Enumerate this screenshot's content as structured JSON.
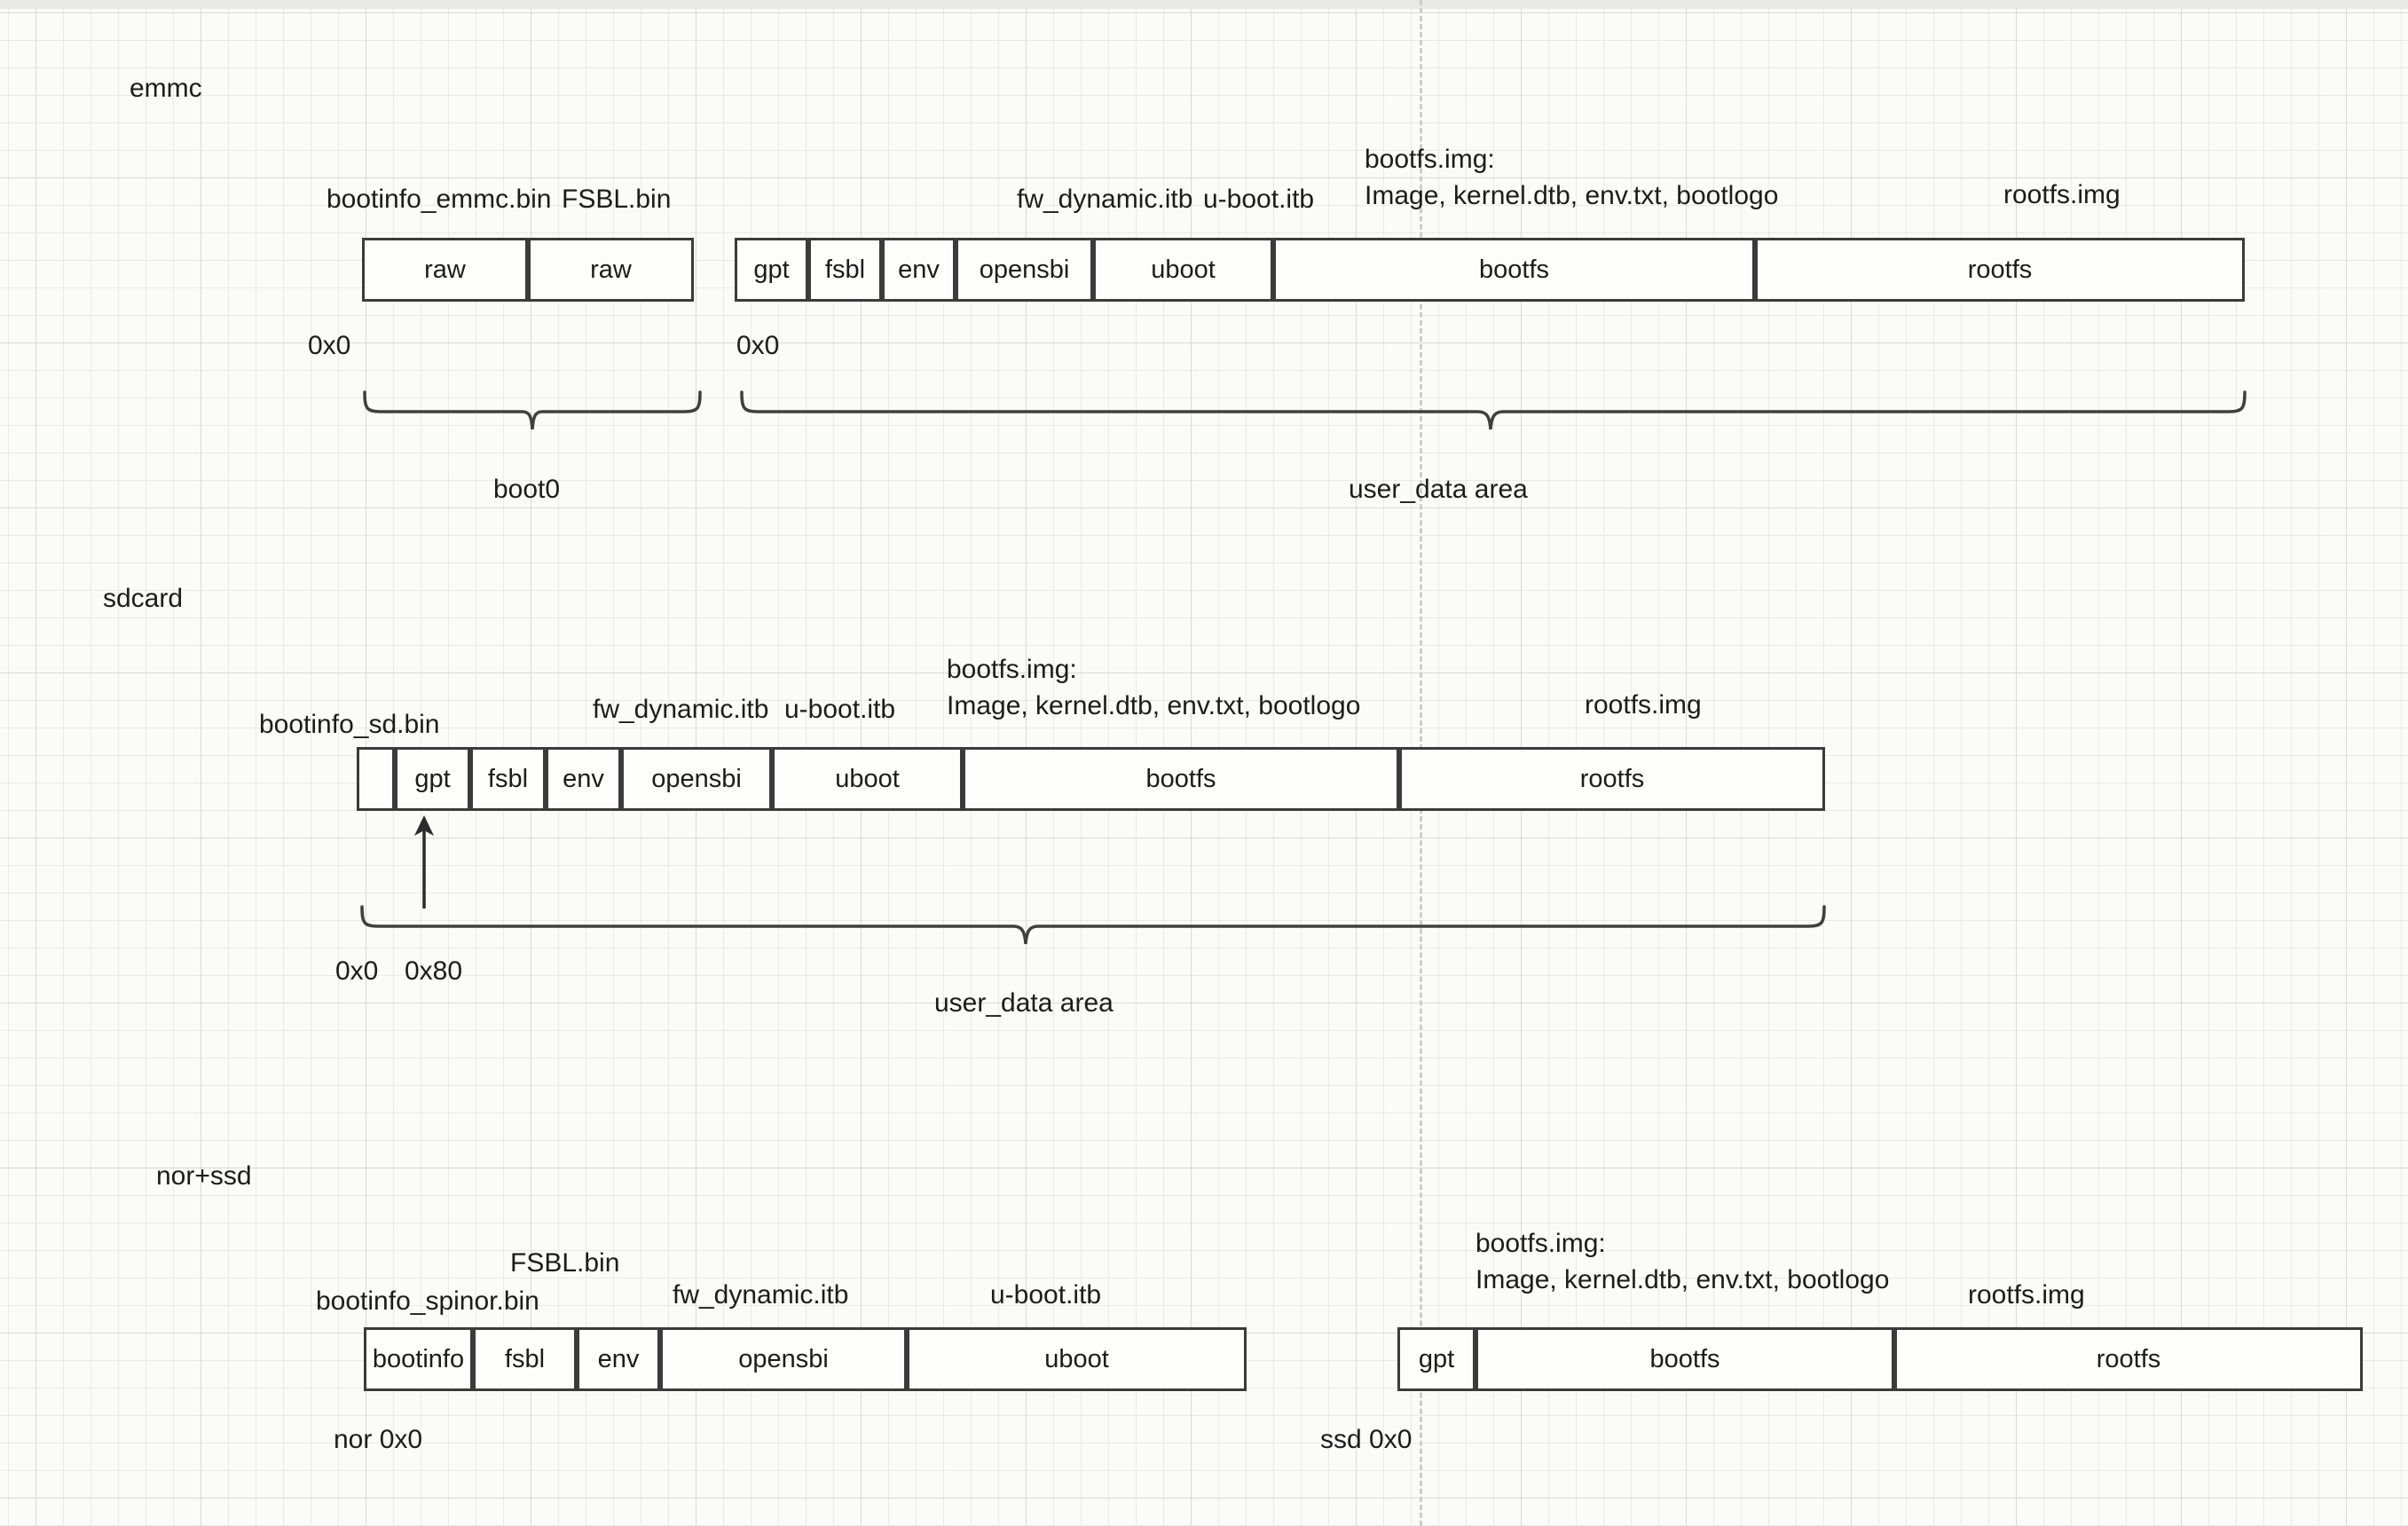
{
  "diagram": {
    "title": "storage partition layout",
    "background_color": "#fbfbf7",
    "box_border_color": "#3b3b3b"
  },
  "sections": [
    {
      "id": "emmc",
      "label": "emmc",
      "groups": [
        {
          "id": "boot0",
          "brace_label": "boot0",
          "offset_label": "0x0",
          "top_labels": [
            "bootinfo_emmc.bin",
            "FSBL.bin"
          ],
          "cells": [
            {
              "label": "raw"
            },
            {
              "label": "raw"
            }
          ]
        },
        {
          "id": "user_data_emmc",
          "brace_label": "user_data area",
          "offset_label": "0x0",
          "top_labels": [
            "fw_dynamic.itb",
            "u-boot.itb",
            "bootfs.img:\nImage, kernel.dtb, env.txt, bootlogo",
            "rootfs.img"
          ],
          "cells": [
            {
              "label": "gpt"
            },
            {
              "label": "fsbl"
            },
            {
              "label": "env"
            },
            {
              "label": "opensbi"
            },
            {
              "label": "uboot"
            },
            {
              "label": "bootfs"
            },
            {
              "label": "rootfs"
            }
          ]
        }
      ]
    },
    {
      "id": "sdcard",
      "label": "sdcard",
      "groups": [
        {
          "id": "user_data_sd",
          "brace_label": "user_data area",
          "offset_labels": [
            "0x0",
            "0x80"
          ],
          "top_labels": [
            "bootinfo_sd.bin",
            "fw_dynamic.itb",
            "u-boot.itb",
            "bootfs.img:\nImage, kernel.dtb, env.txt, bootlogo",
            "rootfs.img"
          ],
          "cells": [
            {
              "label": ""
            },
            {
              "label": "gpt"
            },
            {
              "label": "fsbl"
            },
            {
              "label": "env"
            },
            {
              "label": "opensbi"
            },
            {
              "label": "uboot"
            },
            {
              "label": "bootfs"
            },
            {
              "label": "rootfs"
            }
          ]
        }
      ]
    },
    {
      "id": "nor_ssd",
      "label": "nor+ssd",
      "groups": [
        {
          "id": "nor",
          "offset_label": "nor 0x0",
          "top_labels": [
            "bootinfo_spinor.bin",
            "FSBL.bin",
            "fw_dynamic.itb",
            "u-boot.itb"
          ],
          "cells": [
            {
              "label": "bootinfo"
            },
            {
              "label": "fsbl"
            },
            {
              "label": "env"
            },
            {
              "label": "opensbi"
            },
            {
              "label": "uboot"
            }
          ]
        },
        {
          "id": "ssd",
          "offset_label": "ssd 0x0",
          "top_labels": [
            "bootfs.img:\nImage, kernel.dtb, env.txt, bootlogo",
            "rootfs.img"
          ],
          "cells": [
            {
              "label": "gpt"
            },
            {
              "label": "bootfs"
            },
            {
              "label": "rootfs"
            }
          ]
        }
      ]
    }
  ],
  "labels": {
    "emmc_section": "emmc",
    "sdcard_section": "sdcard",
    "norssd_section": "nor+ssd",
    "emmc_bootinfo": "bootinfo_emmc.bin",
    "emmc_fsbl_bin": "FSBL.bin",
    "emmc_fw_dynamic": "fw_dynamic.itb",
    "emmc_uboot_itb": "u-boot.itb",
    "emmc_bootfs_img": "bootfs.img:\nImage, kernel.dtb, env.txt, bootlogo",
    "emmc_rootfs_img": "rootfs.img",
    "emmc_raw1": "raw",
    "emmc_raw2": "raw",
    "emmc_gpt": "gpt",
    "emmc_fsbl": "fsbl",
    "emmc_env": "env",
    "emmc_opensbi": "opensbi",
    "emmc_uboot": "uboot",
    "emmc_bootfs": "bootfs",
    "emmc_rootfs": "rootfs",
    "emmc_addr_boot0": "0x0",
    "emmc_addr_user": "0x0",
    "emmc_brace_boot0": "boot0",
    "emmc_brace_user": "user_data area",
    "sd_bootinfo": "bootinfo_sd.bin",
    "sd_fw_dynamic": "fw_dynamic.itb",
    "sd_uboot_itb": "u-boot.itb",
    "sd_bootfs_img": "bootfs.img:\nImage, kernel.dtb, env.txt, bootlogo",
    "sd_rootfs_img": "rootfs.img",
    "sd_blank": "",
    "sd_gpt": "gpt",
    "sd_fsbl": "fsbl",
    "sd_env": "env",
    "sd_opensbi": "opensbi",
    "sd_uboot": "uboot",
    "sd_bootfs": "bootfs",
    "sd_rootfs": "rootfs",
    "sd_addr_0": "0x0",
    "sd_addr_80": "0x80",
    "sd_brace_user": "user_data area",
    "nor_bootinfo_bin": "bootinfo_spinor.bin",
    "nor_fsbl_bin": "FSBL.bin",
    "nor_fw_dynamic": "fw_dynamic.itb",
    "nor_uboot_itb": "u-boot.itb",
    "nor_bootinfo": "bootinfo",
    "nor_fsbl": "fsbl",
    "nor_env": "env",
    "nor_opensbi": "opensbi",
    "nor_uboot": "uboot",
    "nor_addr": "nor 0x0",
    "ssd_bootfs_img": "bootfs.img:\nImage, kernel.dtb, env.txt, bootlogo",
    "ssd_rootfs_img": "rootfs.img",
    "ssd_gpt": "gpt",
    "ssd_bootfs": "bootfs",
    "ssd_rootfs": "rootfs",
    "ssd_addr": "ssd 0x0"
  }
}
